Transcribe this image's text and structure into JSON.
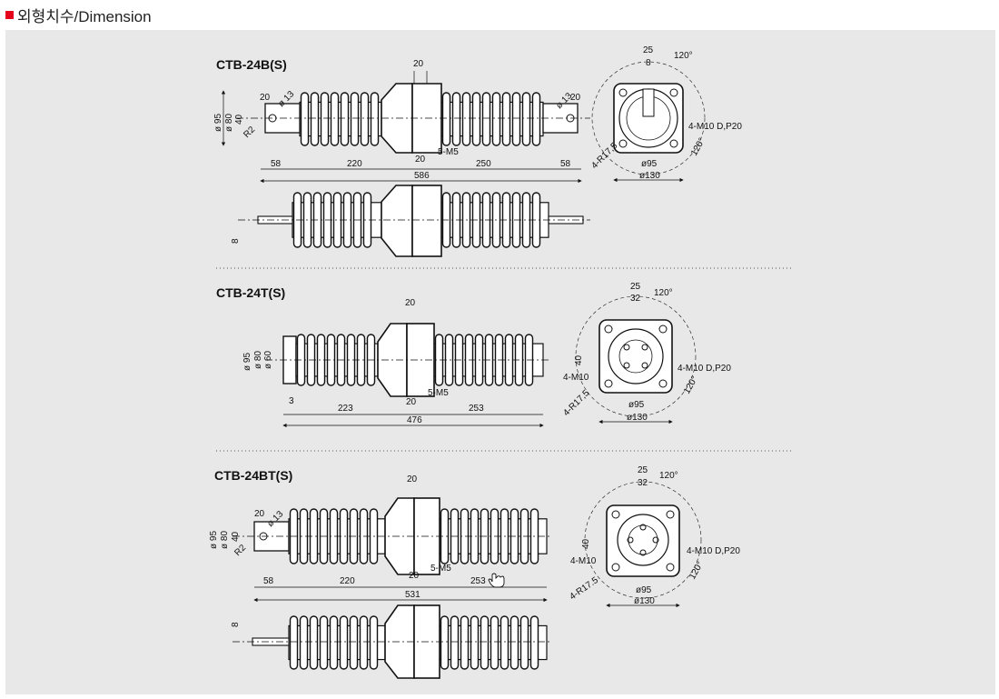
{
  "header": {
    "title": "외형치수/Dimension",
    "bullet_color": "#e5001c"
  },
  "panel_color": "#e8e8e8",
  "drawings": [
    {
      "model": "CTB-24B(S)",
      "side": {
        "d_top": "20",
        "d_bot": "20",
        "terminal": "20",
        "m5": "5-M5",
        "dia": [
          "ø 95",
          "ø 80",
          "40"
        ],
        "radius": "R2",
        "dia_small": "ø 13",
        "dims": [
          "58",
          "220",
          "250",
          "58"
        ],
        "total": "586"
      },
      "lower": {
        "thk": "8"
      },
      "end": {
        "w25": "25",
        "w8": "8",
        "angle": "120°",
        "mtap": "4-M10 D,P20",
        "angle2": "120°",
        "r": "4-R17,5",
        "pcd95": "ø95",
        "sq130": "ø130"
      }
    },
    {
      "model": "CTB-24T(S)",
      "side": {
        "d_top": "20",
        "d_bot": "20",
        "m5": "5-M5",
        "dia": [
          "ø 95",
          "ø 80",
          "ø 60"
        ],
        "d3": "3",
        "dims": [
          "223",
          "253"
        ],
        "total": "476"
      },
      "end": {
        "w25": "25",
        "w32": "32",
        "angle": "120°",
        "h40": "40",
        "m10": "4-M10",
        "mtap": "4-M10 D,P20",
        "angle2": "120°",
        "r": "4-R17,5",
        "pcd95": "ø95",
        "sq130": "ø130"
      }
    },
    {
      "model": "CTB-24BT(S)",
      "side": {
        "d_top": "20",
        "d_bot": "20",
        "terminal": "20",
        "m5": "5-M5",
        "dia": [
          "ø 95",
          "ø 80",
          "40"
        ],
        "radius": "R2",
        "dia_small": "ø 13",
        "dims": [
          "58",
          "220",
          "253"
        ],
        "total": "531"
      },
      "lower": {
        "thk": "8"
      },
      "end": {
        "w25": "25",
        "w32": "32",
        "angle": "120°",
        "h40": "40",
        "m10": "4-M10",
        "mtap": "4-M10 D,P20",
        "angle2": "120°",
        "r": "4-R17.5",
        "pcd95": "ø95",
        "sq130": "ø130"
      }
    }
  ]
}
